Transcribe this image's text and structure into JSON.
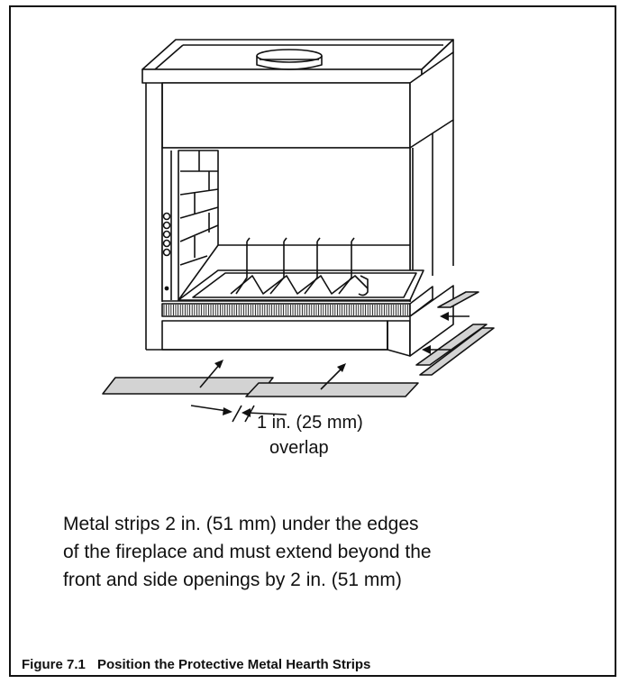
{
  "diagram": {
    "overlap_label_line1": "1 in. (25 mm)",
    "overlap_label_line2": "overlap",
    "note_lines": [
      "Metal strips 2 in. (51 mm) under the edges",
      "of the fireplace and must extend beyond the",
      "front and side openings by 2 in. (51 mm)"
    ],
    "strip_color": "#d3d3d3",
    "line_color": "#111111"
  },
  "caption": {
    "number": "Figure 7.1",
    "title": "Position the Protective Metal Hearth Strips"
  }
}
